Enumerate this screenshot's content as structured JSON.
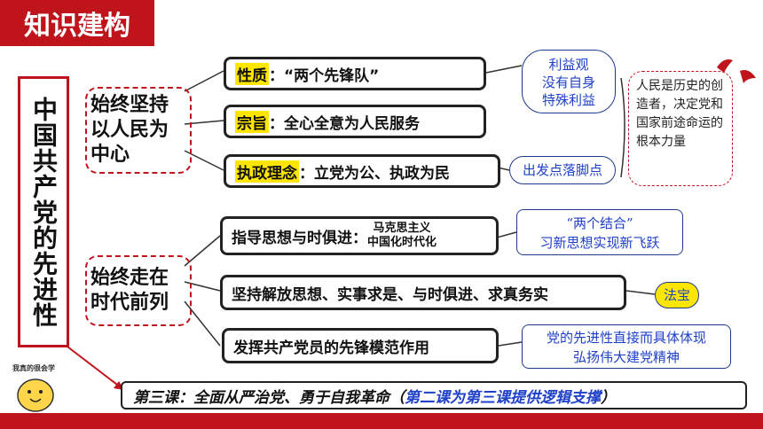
{
  "header": {
    "title": "知识建构"
  },
  "main_title": "中国共产党的先进性",
  "group1": {
    "label": "始终坚持以人民为中心"
  },
  "group2": {
    "label": "始终走在时代前列"
  },
  "items1": [
    {
      "key": "性质",
      "text": "：“两个先锋队”"
    },
    {
      "key": "宗旨",
      "text": "：全心全意为人民服务"
    },
    {
      "key": "执政理念",
      "text": "：立党为公、执政为民"
    }
  ],
  "items2": [
    {
      "text": "指导思想与时俱进：",
      "sub1": "马克思主义",
      "sub2": "中国化时代化"
    },
    {
      "text": "坚持解放思想、实事求是、与时俱进、求真务实"
    },
    {
      "text": "发挥共产党员的先锋模范作用"
    }
  ],
  "notes": {
    "liyi_title": "利益观",
    "liyi_1": "没有自身",
    "liyi_2": "特殊利益",
    "chufa": "出发点落脚点",
    "people": "人民是历史的创造者，决定党和国家前途命运的根本力量",
    "liang_1": "“两个结合”",
    "liang_2": "习新思想实现新飞跃",
    "fabao": "法宝",
    "xianjin_1": "党的先进性直接而具体体现",
    "xianjin_2": "弘扬伟大建党精神"
  },
  "footer": {
    "main": "第三课：全面从严治党、勇于自我革命（",
    "blue": "第二课为第三课提供逻辑支撑",
    "close": "）"
  },
  "mascot_caption": "我真的很会学"
}
